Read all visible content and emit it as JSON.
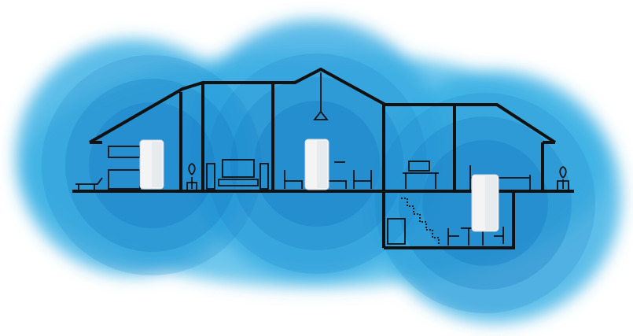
{
  "illustration": {
    "subject": "mesh-wifi-house",
    "colors": {
      "background": "#ffffff",
      "signal_blue": "#2ba8e0",
      "signal_deep": "#1478c2",
      "outline": "#111111",
      "node_white": "#f4f4f4"
    },
    "icons": [
      "house-outline-icon",
      "router-node-icon",
      "wifi-signal-rings-icon",
      "furniture-icon",
      "plant-icon",
      "tv-icon",
      "lamp-icon"
    ],
    "nodes": [
      {
        "room": "kitchen"
      },
      {
        "room": "living-room"
      },
      {
        "room": "basement"
      }
    ]
  }
}
